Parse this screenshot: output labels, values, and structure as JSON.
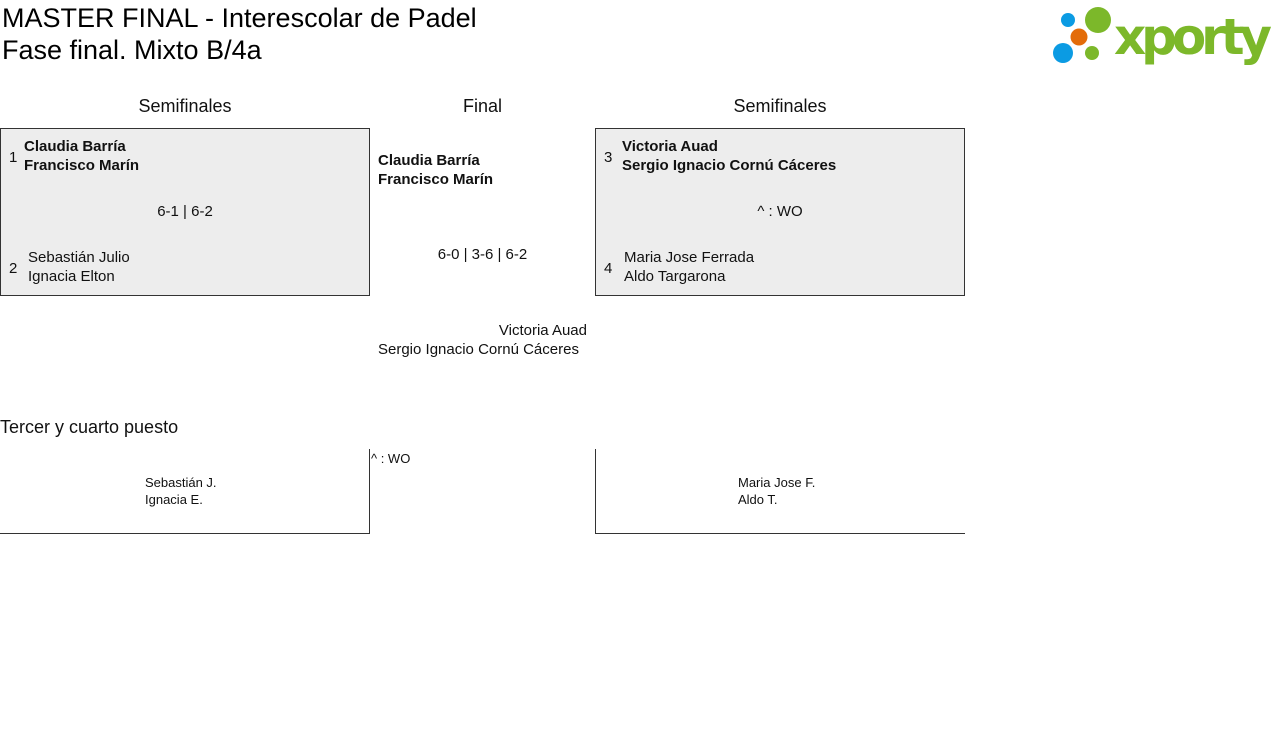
{
  "title": "MASTER FINAL - Interescolar de Padel",
  "subtitle": "Fase final. Mixto B/4a",
  "logo": {
    "text": "xporty",
    "colors": {
      "green": "#7cb82a",
      "orange": "#e36c0a",
      "blue": "#0b9be3"
    }
  },
  "headers": {
    "left": "Semifinales",
    "center": "Final",
    "right": "Semifinales"
  },
  "semi1": {
    "team1": {
      "seed": "1",
      "p1": "Claudia Barría",
      "p2": "Francisco Marín"
    },
    "score": "6-1 | 6-2",
    "team2": {
      "seed": "2",
      "p1": "Sebastián Julio",
      "p2": "Ignacia Elton"
    }
  },
  "semi2": {
    "team1": {
      "seed": "3",
      "p1": "Victoria Auad",
      "p2": "Sergio Ignacio Cornú Cáceres"
    },
    "score": "^ : WO",
    "team2": {
      "seed": "4",
      "p1": "Maria Jose Ferrada",
      "p2": "Aldo Targarona"
    }
  },
  "final": {
    "team1": {
      "p1": "Claudia Barría",
      "p2": "Francisco Marín"
    },
    "score": "6-0 | 3-6 | 6-2",
    "team2": {
      "p1": "Victoria Auad",
      "p2": "Sergio Ignacio Cornú Cáceres"
    }
  },
  "third": {
    "title": "Tercer y cuarto puesto",
    "score": "^ : WO",
    "team1": {
      "p1": "Sebastián J.",
      "p2": "Ignacia E."
    },
    "team2": {
      "p1": "Maria Jose F.",
      "p2": "Aldo T."
    }
  }
}
